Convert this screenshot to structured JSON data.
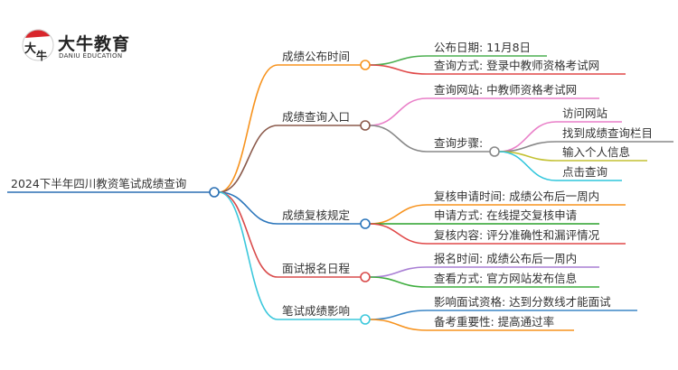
{
  "logo": {
    "title": "大牛教育",
    "subtitle": "DANIU EDUCATION",
    "mark": "大牛"
  },
  "root": {
    "label": "2024下半年四川教资笔试成绩查询",
    "color": "#2a6fb3"
  },
  "branches": [
    {
      "label": "成绩公布时间",
      "color": "#f7931e",
      "children": [
        {
          "label": "公布日期: 11月8日",
          "color": "#4caf50"
        },
        {
          "label": "查询方式: 登录中教师资格考试网",
          "color": "#e04848"
        }
      ]
    },
    {
      "label": "成绩查询入口",
      "color": "#8b5a4b",
      "children": [
        {
          "label": "查询网站: 中教师资格考试网",
          "color": "#e97fc8"
        },
        {
          "label": "查询步骤:",
          "color": "#888888",
          "children": [
            {
              "label": "访问网站",
              "color": "#e97fc8"
            },
            {
              "label": "找到成绩查询栏目",
              "color": "#888888"
            },
            {
              "label": "输入个人信息",
              "color": "#c3c132"
            },
            {
              "label": "点击查询",
              "color": "#2fc6dc"
            }
          ]
        }
      ]
    },
    {
      "label": "成绩复核规定",
      "color": "#2a75bb",
      "children": [
        {
          "label": "复核申请时间: 成绩公布后一周内",
          "color": "#f7931e"
        },
        {
          "label": "申请方式: 在线提交复核申请",
          "color": "#2aa02a"
        },
        {
          "label": "复核内容: 评分准确性和漏评情况",
          "color": "#e04848"
        }
      ]
    },
    {
      "label": "面试报名日程",
      "color": "#d94b4b",
      "children": [
        {
          "label": "报名时间: 成绩公布后一周内",
          "color": "#a97fd4"
        },
        {
          "label": "查看方式: 官方网站发布信息",
          "color": "#3fae3f"
        }
      ]
    },
    {
      "label": "笔试成绩影响",
      "color": "#3cc8dc",
      "children": [
        {
          "label": "影响面试资格: 达到分数线才能面试",
          "color": "#3b86c6"
        },
        {
          "label": "备考重要性: 提高通过率",
          "color": "#f7931e"
        }
      ]
    }
  ]
}
